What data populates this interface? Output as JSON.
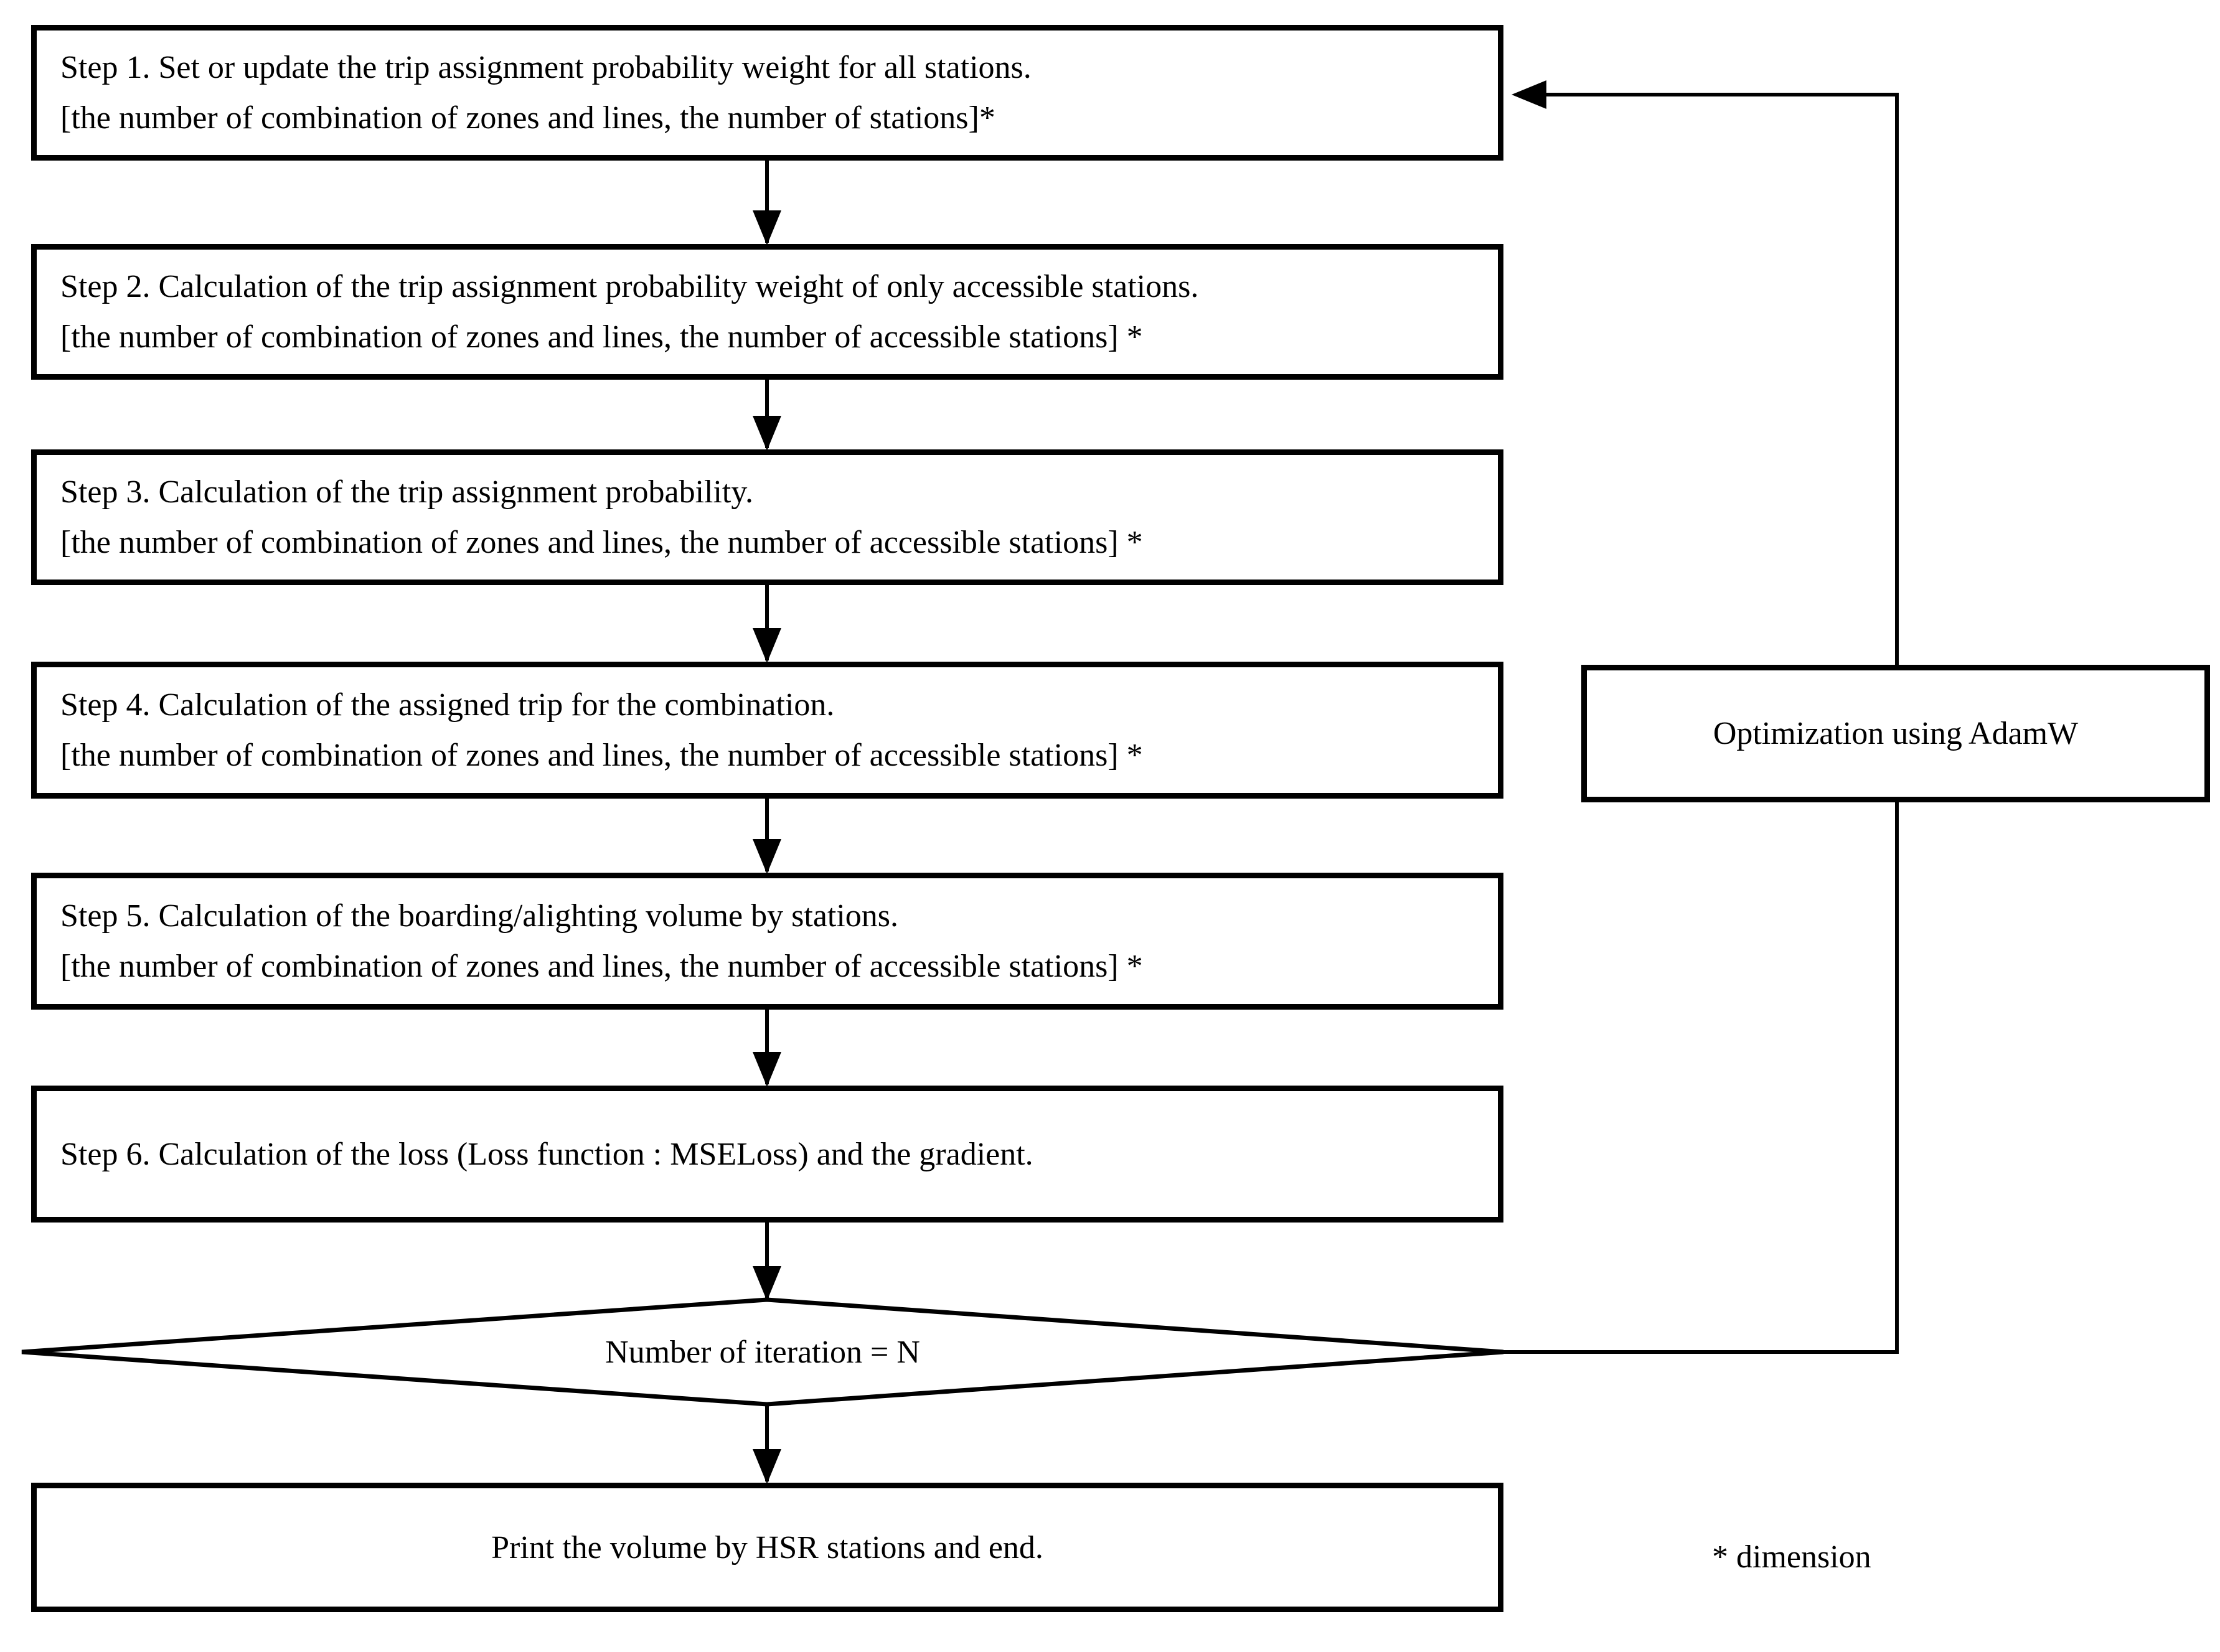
{
  "diagram": {
    "steps": [
      {
        "title": "Step 1. Set or update the trip assignment probability weight for all stations.",
        "dimension": "[the number of combination of zones and lines, the number of stations]*"
      },
      {
        "title": "Step 2. Calculation of the trip assignment probability weight of only accessible stations.",
        "dimension": "[the number of combination of zones and lines, the number of accessible stations] *"
      },
      {
        "title": "Step 3. Calculation of the trip assignment probability.",
        "dimension": "[the number of combination of zones and lines, the number of accessible stations] *"
      },
      {
        "title": "Step 4. Calculation of the assigned trip for the combination.",
        "dimension": "[the number of combination of zones and lines, the number of accessible stations] *"
      },
      {
        "title": "Step 5. Calculation of the boarding/alighting volume by stations.",
        "dimension": "[the number of combination of zones and lines, the number of accessible stations] *"
      },
      {
        "title": "Step 6. Calculation of the loss (Loss function : MSELoss) and the gradient."
      }
    ],
    "decision": {
      "label": "Number of iteration = N"
    },
    "end_box": {
      "label": "Print the volume by HSR stations and end."
    },
    "loop_box": {
      "label": "Optimization using AdamW"
    },
    "footnote": "* dimension",
    "colors": {
      "stroke": "#000000",
      "fill": "#ffffff"
    }
  }
}
